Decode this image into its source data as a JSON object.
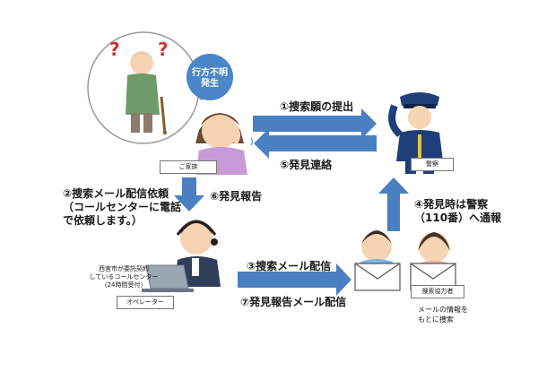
{
  "bubble": {
    "text_line1": "行方不明",
    "text_line2": "発生"
  },
  "steps": {
    "s1": "①捜索願の提出",
    "s5": "⑤発見連絡",
    "s2_line1": "②捜索メール配信依頼",
    "s2_line2": "（コールセンターに電話",
    "s2_line3": "で依頼します。）",
    "s6": "⑥発見報告",
    "s3": "③捜索メール配信",
    "s7": "⑦発見報告メール配信",
    "s4_line1": "④発見時は警察",
    "s4_line2": "（110番）へ通報"
  },
  "labels": {
    "family": "ご家族",
    "police": "警察",
    "operator": "オペレーター",
    "helpers": "捜索協力者",
    "call_center_line1": "西宮市が委託契約",
    "call_center_line2": "しているコールセンター",
    "call_center_line3": "（24時間受付）",
    "search_note_line1": "メールの情報を",
    "search_note_line2": "もとに捜索"
  },
  "colors": {
    "arrow": "#4a7fc1",
    "bubble": "#4a86c8",
    "skin": "#f6d3b3"
  }
}
